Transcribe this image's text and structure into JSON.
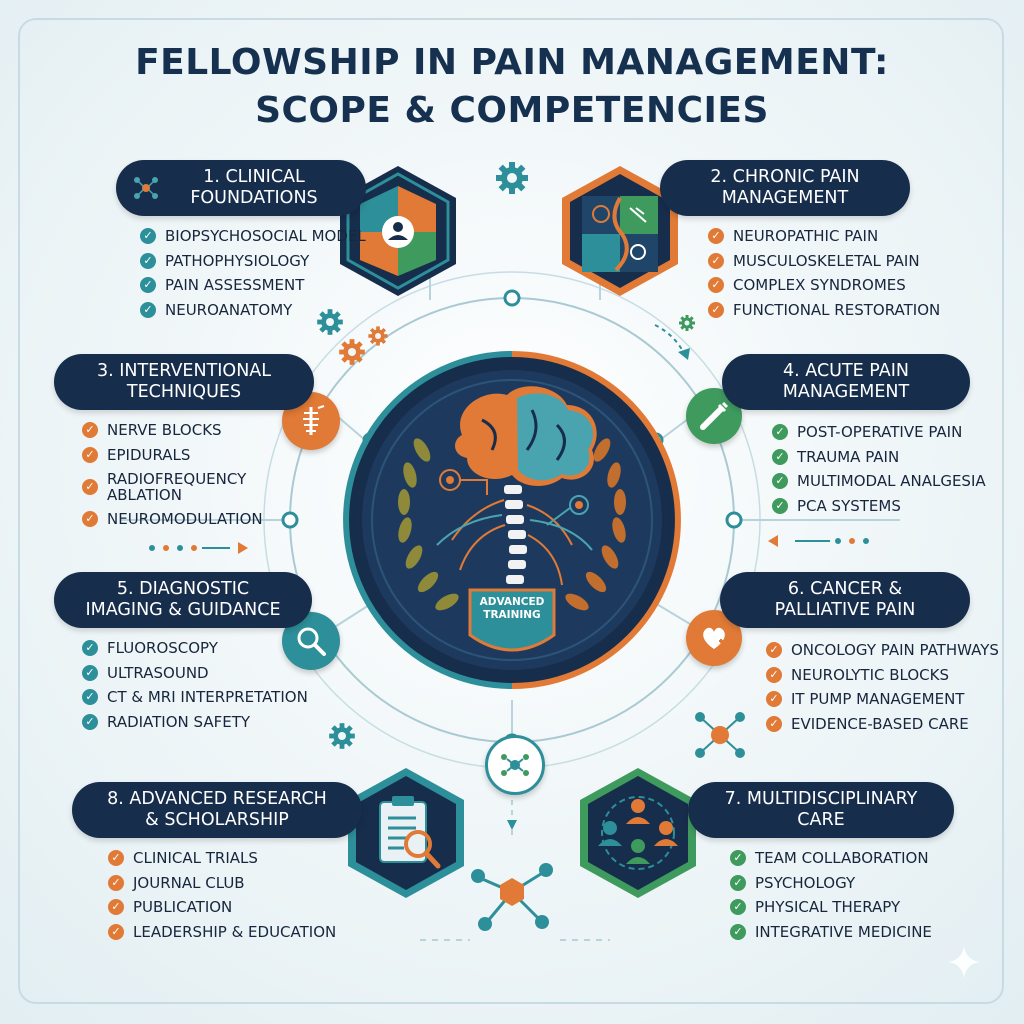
{
  "title": {
    "line1": "FELLOWSHIP IN PAIN MANAGEMENT:",
    "line2": "SCOPE & COMPETENCIES"
  },
  "center": {
    "badge": "ADVANCED\nTRAINING"
  },
  "sections": [
    {
      "heading": "1. CLINICAL\nFOUNDATIONS",
      "color": "#2d8f99",
      "items": [
        "BIOPSYCHOSOCIAL MODEL",
        "PATHOPHYSIOLOGY",
        "PAIN ASSESSMENT",
        "NEUROANATOMY"
      ]
    },
    {
      "heading": "2. CHRONIC PAIN\nMANAGEMENT",
      "color": "#e07a36",
      "items": [
        "NEUROPATHIC PAIN",
        "MUSCULOSKELETAL PAIN",
        "COMPLEX SYNDROMES",
        "FUNCTIONAL RESTORATION"
      ]
    },
    {
      "heading": "3. INTERVENTIONAL\nTECHNIQUES",
      "color": "#e07a36",
      "items": [
        "NERVE BLOCKS",
        "EPIDURALS",
        "RADIOFREQUENCY\nABLATION",
        "NEUROMODULATION"
      ]
    },
    {
      "heading": "4. ACUTE PAIN\nMANAGEMENT",
      "color": "#3f9a5e",
      "items": [
        "POST-OPERATIVE PAIN",
        "TRAUMA PAIN",
        "MULTIMODAL ANALGESIA",
        "PCA SYSTEMS"
      ]
    },
    {
      "heading": "5. DIAGNOSTIC\nIMAGING & GUIDANCE",
      "color": "#2d8f99",
      "items": [
        "FLUOROSCOPY",
        "ULTRASOUND",
        "CT & MRI INTERPRETATION",
        "RADIATION SAFETY"
      ]
    },
    {
      "heading": "6. CANCER &\nPALLIATIVE PAIN",
      "color": "#e07a36",
      "items": [
        "ONCOLOGY PAIN PATHWAYS",
        "NEUROLYTIC BLOCKS",
        "IT PUMP MANAGEMENT",
        "EVIDENCE-BASED CARE"
      ]
    },
    {
      "heading": "7. MULTIDISCIPLINARY\nCARE",
      "color": "#3f9a5e",
      "items": [
        "TEAM COLLABORATION",
        "PSYCHOLOGY",
        "PHYSICAL THERAPY",
        "INTEGRATIVE MEDICINE"
      ]
    },
    {
      "heading": "8. ADVANCED RESEARCH\n& SCHOLARSHIP",
      "color": "#e07a36",
      "items": [
        "CLINICAL TRIALS",
        "JOURNAL CLUB",
        "PUBLICATION",
        "LEADERSHIP & EDUCATION"
      ]
    }
  ],
  "icons": {
    "s1": "network-icon",
    "s1_hex": "puzzle-brain-icon",
    "s2_hex": "nerve-spine-icon",
    "s3": "spine-needle-icon",
    "s4": "syringe-icon",
    "s5": "magnifier-icon",
    "s6": "heart-hand-icon",
    "s7_hex": "team-people-icon",
    "s8_hex": "clipboard-search-icon",
    "center": "brain-spine-icon",
    "bottom": "molecule-icon",
    "decor": "gear-icon"
  },
  "colors": {
    "navy": "#172d4c",
    "teal": "#2d8f99",
    "orange": "#e07a36",
    "green": "#3f9a5e"
  }
}
